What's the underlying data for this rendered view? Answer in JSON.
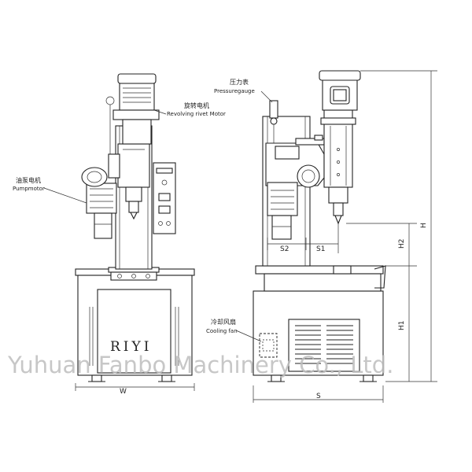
{
  "labels": {
    "pressure_gauge_cn": "压力表",
    "pressure_gauge_en": "Pressuregauge",
    "revolving_motor_cn": "旋转电机",
    "revolving_motor_en": "Revolving rivet Motor",
    "pump_motor_cn": "油泵电机",
    "pump_motor_en": "Pumpmotor",
    "cooling_fan_cn": "冷却风扇",
    "cooling_fan_en": "Cooling fan"
  },
  "brand": "RIYI",
  "dimensions": {
    "w": "W",
    "s": "S",
    "s1": "S1",
    "s2": "S2",
    "h": "H",
    "h1": "H1",
    "h2": "H2"
  },
  "watermark": "Yuhuan Fanbo Machinery Co., Ltd."
}
